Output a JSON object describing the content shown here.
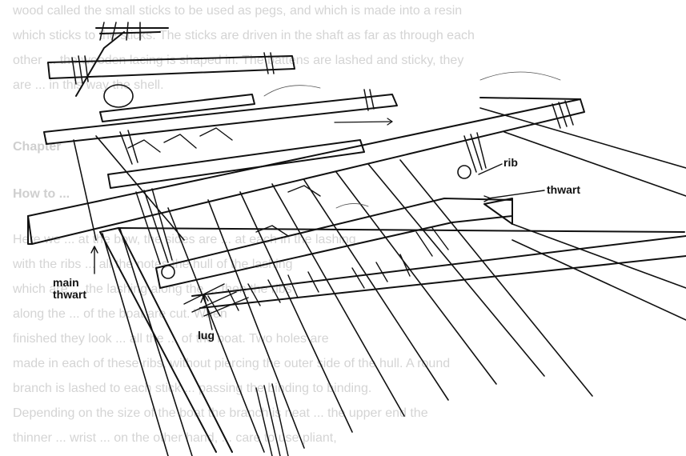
{
  "background_text": {
    "para1": [
      "wood called the small sticks to be used as pegs, and which is made into a resin",
      "which sticks to the sticks. The sticks are driven in the shaft as far as through each",
      "other ... the wooden lacing is shaped in. The battens are lashed and sticky, they",
      "are ... in this way the shell."
    ],
    "heading1": "Chapter",
    "heading2": "How to ...",
    "para2": [
      "Here we ... at the bow, the sides are ... at each in the lashing",
      "with the ribs ... all the notes the hull of the lashing",
      "which are ... the lashing along the ... then the ribs",
      "along the ... of the boat are cut.  When",
      "finished they look ... all the ... of the boat. Two holes are",
      "made in each of these ribs, without piercing the outer side of the hull. A round",
      "branch is lashed to each stick ... passing the binding to binding.",
      "Depending on the size of the boat the branch is neat ... the upper end the",
      "thinner ... wrist ... on the other hand, ... care to use pliant,"
    ]
  },
  "labels": {
    "rib": "rib",
    "thwart": "thwart",
    "main_thwart_line1": "main",
    "main_thwart_line2": "thwart",
    "lug": "lug"
  }
}
